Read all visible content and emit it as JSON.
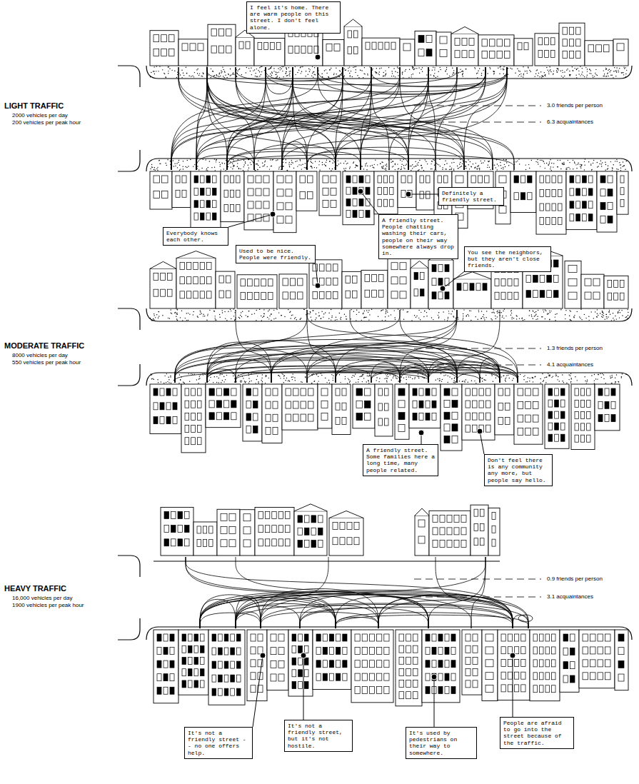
{
  "diagram": {
    "nodes": [
      {
        "text": [
          "I feel it's home. There are warm people on this street. I don't feel alone."
        ]
      },
      {
        "text": [
          "Everybody knows each other."
        ]
      },
      {
        "text": [
          "A friendly street. People chatting washing their cars, people on their way somewhere always drop in."
        ]
      },
      {
        "text": [
          "Definitely a friendly street."
        ]
      },
      {
        "text": [
          "Used to be nice. People were friendly."
        ]
      },
      {
        "text": [
          "You see the neighbors, but they aren't close friends."
        ]
      },
      {
        "text": [
          "A friendly street. Some families here a long time, many people related."
        ]
      },
      {
        "text": [
          "Don't feel there is any community any more, but people say hello."
        ]
      },
      {
        "text": [
          "It's not a friendly street -- no one offers help."
        ]
      },
      {
        "text": [
          "It's not a friendly street, but it's not hostile."
        ]
      },
      {
        "text": [
          "It's used by pedestrians on their way to somewhere."
        ]
      },
      {
        "text": [
          "People are afraid to go into the street because of the traffic."
        ]
      }
    ],
    "labels": [
      "LIGHT TRAFFIC",
      "2000 vehicles per day",
      "200 vehicles per peak hour",
      "3.0 friends per person",
      "6.3 acquaintances",
      "MODERATE TRAFFIC",
      "8000 vehicles per day",
      "550 vehicles per peak hour",
      "1.3 friends per person",
      "4.1 acquaintances",
      "HEAVY TRAFFIC",
      "16,000 vehicles per day",
      "1900 vehicles per peak hour",
      "0.9 friends per person",
      "3.1 acquaintances"
    ]
  }
}
